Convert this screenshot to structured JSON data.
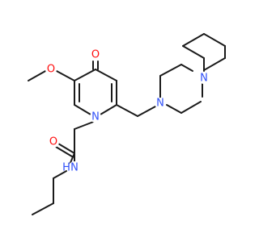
{
  "molecule": {
    "atoms": {
      "o_methoxy": {
        "symbol": "O",
        "color": "#ff0d0d"
      },
      "o_keto": {
        "symbol": "O",
        "color": "#ff0d0d"
      },
      "n_ring": {
        "symbol": "N",
        "color": "#3050f8"
      },
      "n_pip1": {
        "symbol": "N",
        "color": "#3050f8"
      },
      "n_pip2": {
        "symbol": "N",
        "color": "#3050f8"
      },
      "o_amide": {
        "symbol": "O",
        "color": "#ff0d0d"
      },
      "n_amide_h": {
        "symbol": "N",
        "color": "#3050f8"
      },
      "h_amide": {
        "symbol": "H",
        "color": "#3050f8"
      }
    }
  }
}
